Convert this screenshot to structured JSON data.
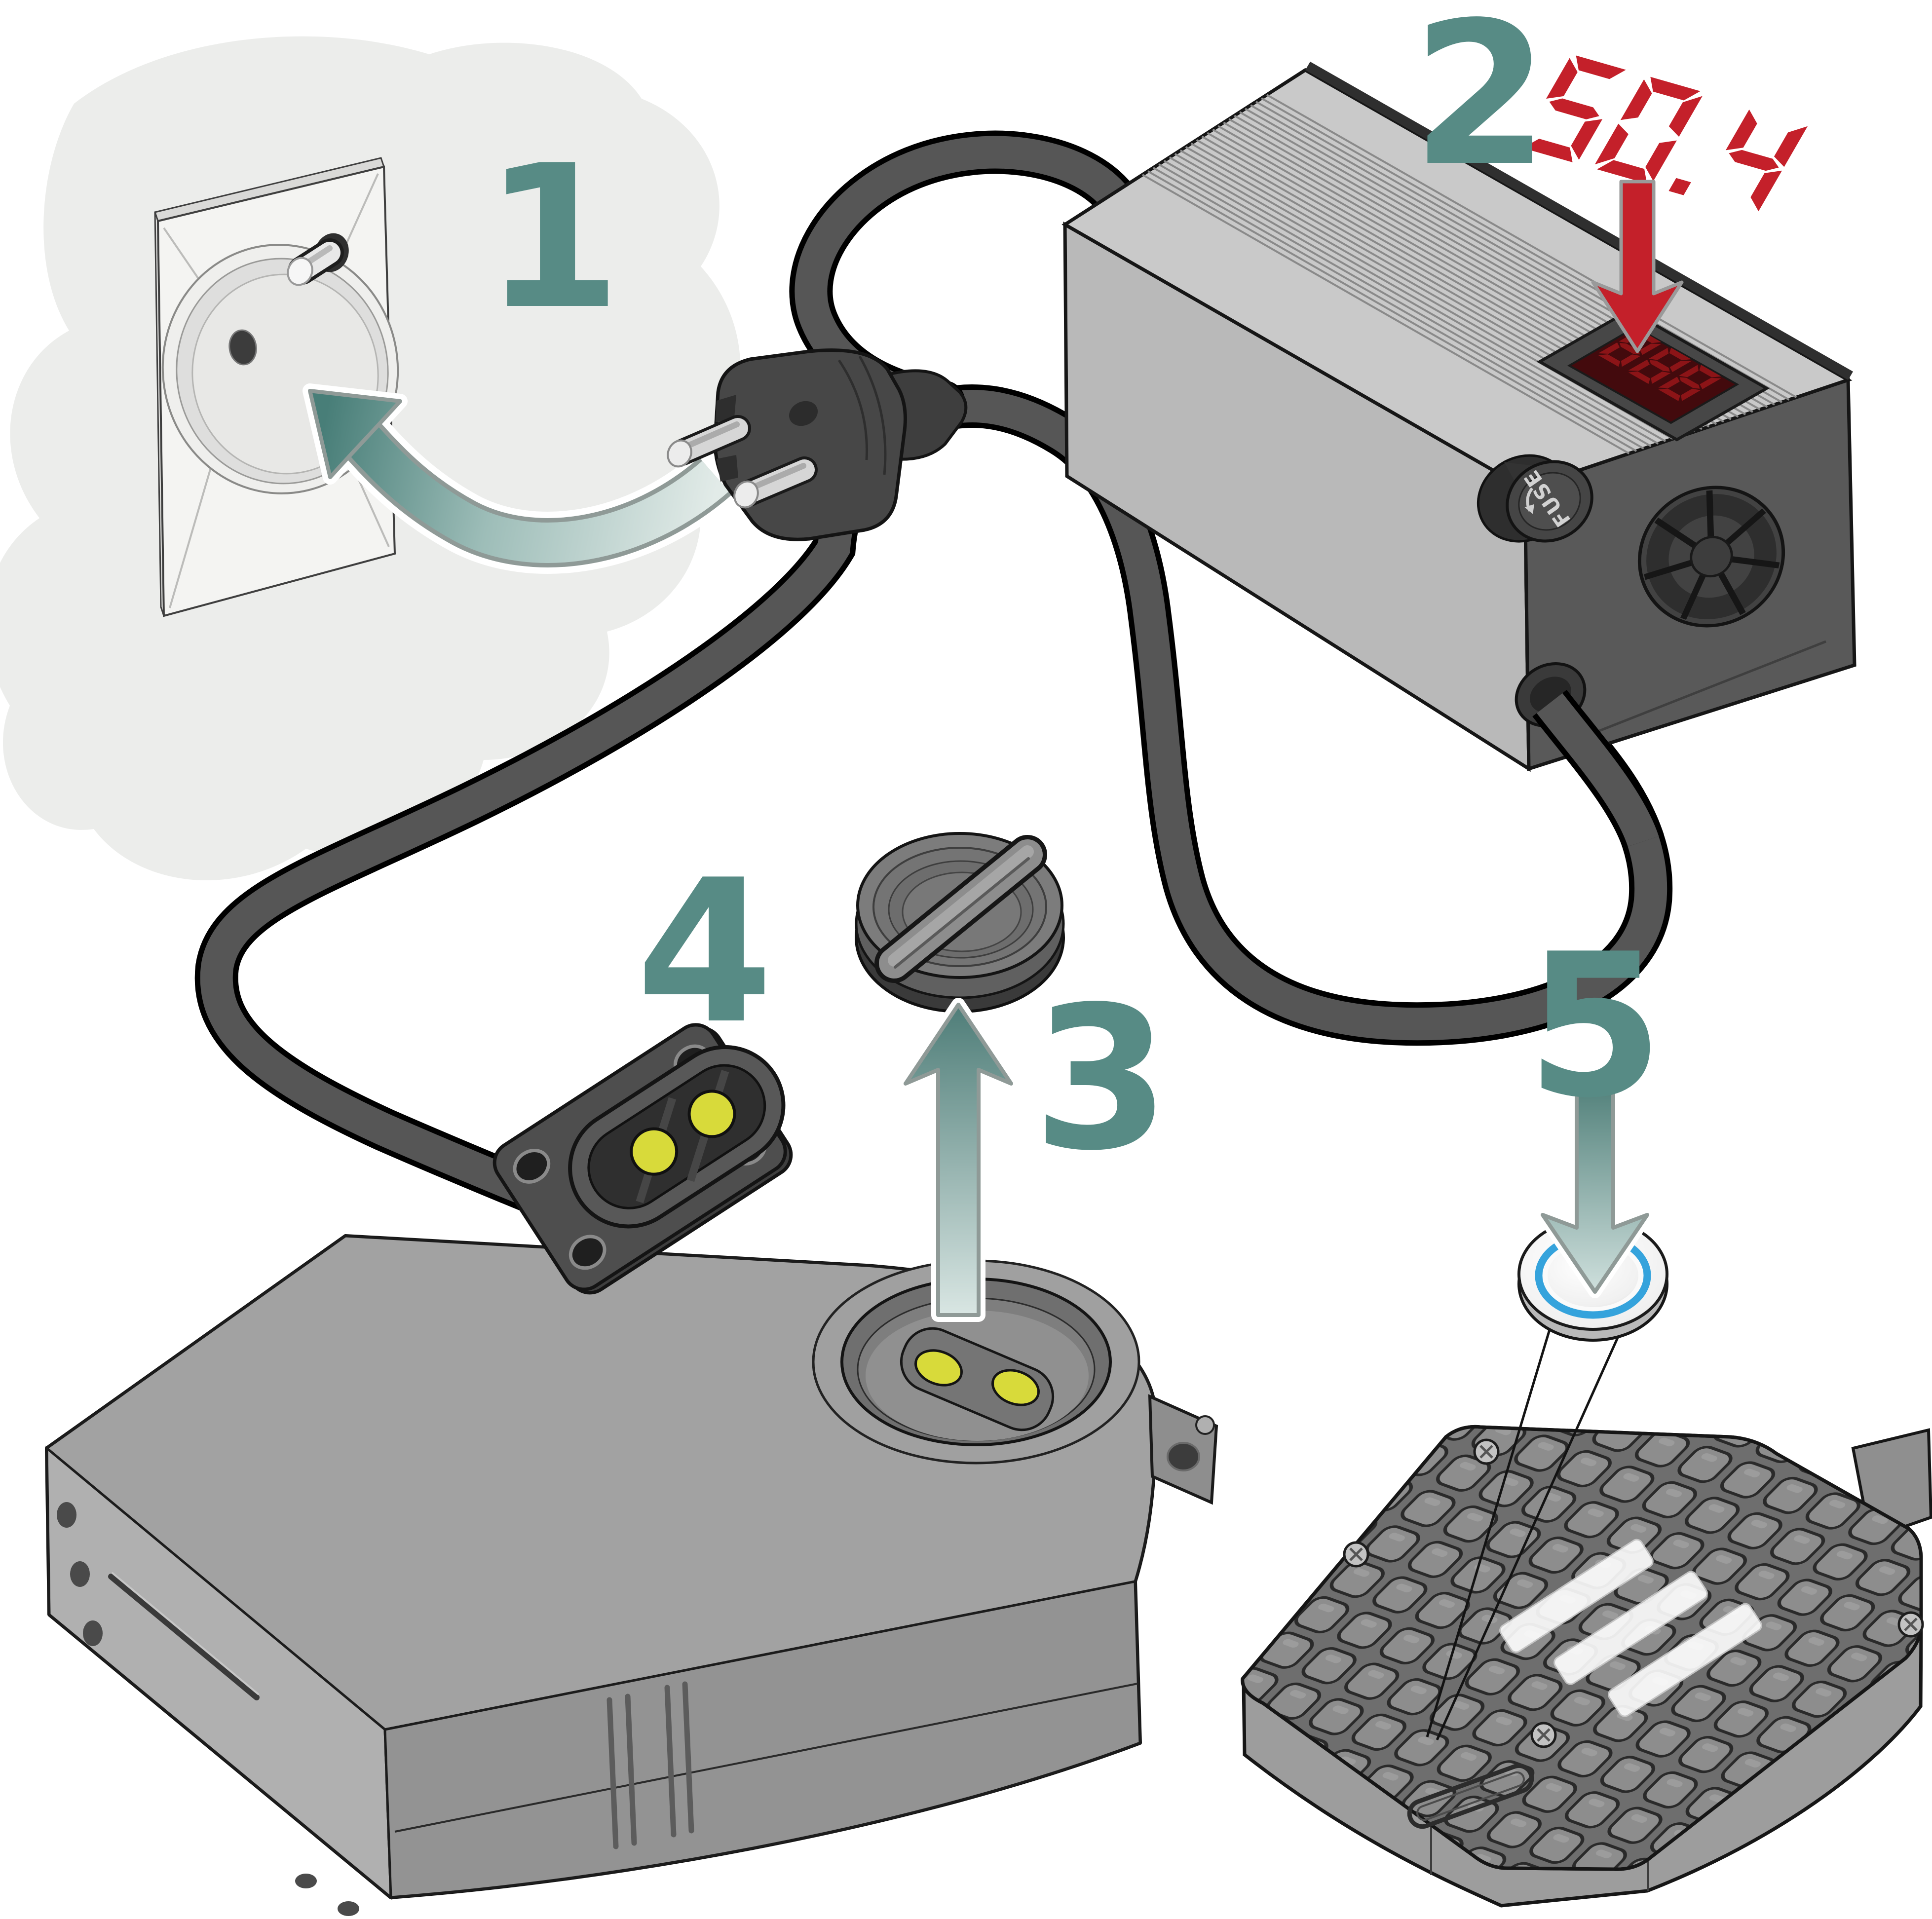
{
  "steps": {
    "labels": [
      "1",
      "2",
      "3",
      "4",
      "5"
    ]
  },
  "charger": {
    "display_value": "50.4",
    "display_idle_value": "888",
    "fuse_label": "FUSE"
  },
  "colors": {
    "step_label_teal": "#578b85",
    "alert_red": "#c4202a",
    "display_dim_red": "#8c1417",
    "connector_pin_yellow": "#d8da3a",
    "button_ring_blue": "#35a3dc",
    "cable_gray": "#565656"
  }
}
